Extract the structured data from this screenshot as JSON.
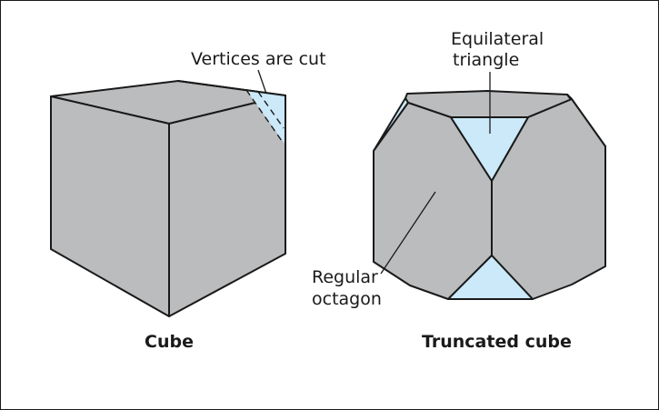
{
  "colors": {
    "face": "#bbbcbe",
    "triangle": "#cbe9f9",
    "outline": "#1a1a1a",
    "background": "#ffffff"
  },
  "cube": {
    "annotation": "Vertices are cut",
    "caption": "Cube"
  },
  "truncated_cube": {
    "triangle_label_line1": "Equilateral",
    "triangle_label_line2": "triangle",
    "octagon_label_line1": "Regular",
    "octagon_label_line2": "octagon",
    "caption": "Truncated cube"
  }
}
